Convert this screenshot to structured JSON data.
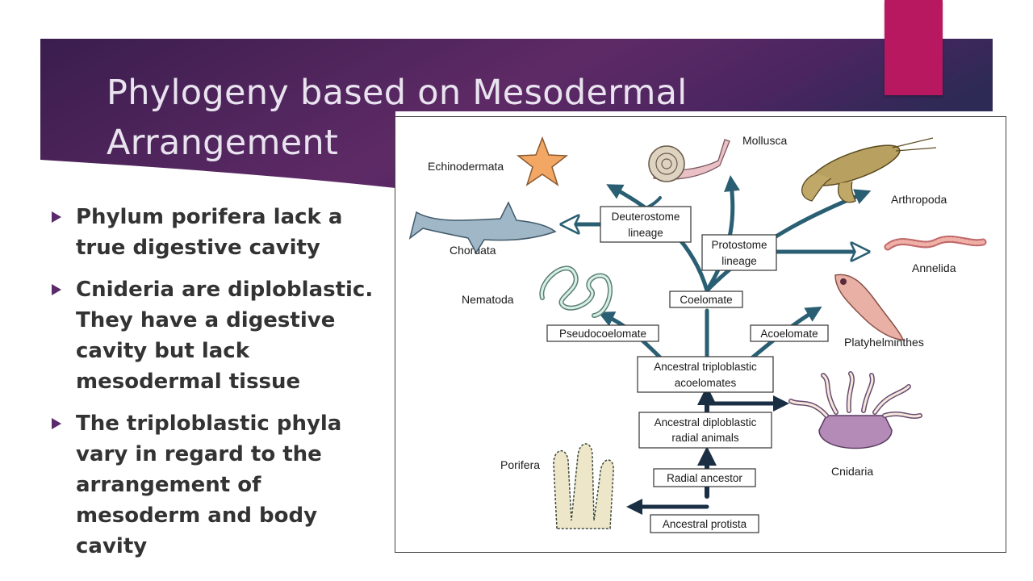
{
  "slide": {
    "title_line1": "Phylogeny based on Mesodermal",
    "title_line2": "Arrangement",
    "colors": {
      "band_start": "#3a1d4e",
      "band_end": "#6a2d6a",
      "accent": "#b8185f",
      "tree_blue": "#2a5f73"
    }
  },
  "bullets": [
    "Phylum porifera lack a true digestive cavity",
    "Cnideria are diploblastic.  They have a digestive cavity but lack mesodermal tissue",
    "The triploblastic phyla vary in regard to the arrangement of mesoderm and body cavity"
  ],
  "diagram": {
    "boxes": {
      "ancestral_protista": "Ancestral protista",
      "radial_ancestor": "Radial ancestor",
      "diploblastic_1": "Ancestral diploblastic",
      "diploblastic_2": "radial animals",
      "triploblastic_1": "Ancestral triploblastic",
      "triploblastic_2": "acoelomates",
      "pseudocoelomate": "Pseudocoelomate",
      "acoelomate": "Acoelomate",
      "coelomate": "Coelomate",
      "deuterostome_1": "Deuterostome",
      "deuterostome_2": "lineage",
      "protostome_1": "Protostome",
      "protostome_2": "lineage"
    },
    "taxa": {
      "echinodermata": "Echinodermata",
      "mollusca": "Mollusca",
      "arthropoda": "Arthropoda",
      "chordata": "Chordata",
      "annelida": "Annelida",
      "nematoda": "Nematoda",
      "platyhelminthes": "Platyhelminthes",
      "cnidaria": "Cnidaria",
      "porifera": "Porifera"
    },
    "icons": [
      "starfish-icon",
      "snail-icon",
      "lobster-icon",
      "shark-icon",
      "worm-icon",
      "nematode-icon",
      "flatworm-icon",
      "sea-anemone-icon",
      "sponge-icon"
    ]
  }
}
